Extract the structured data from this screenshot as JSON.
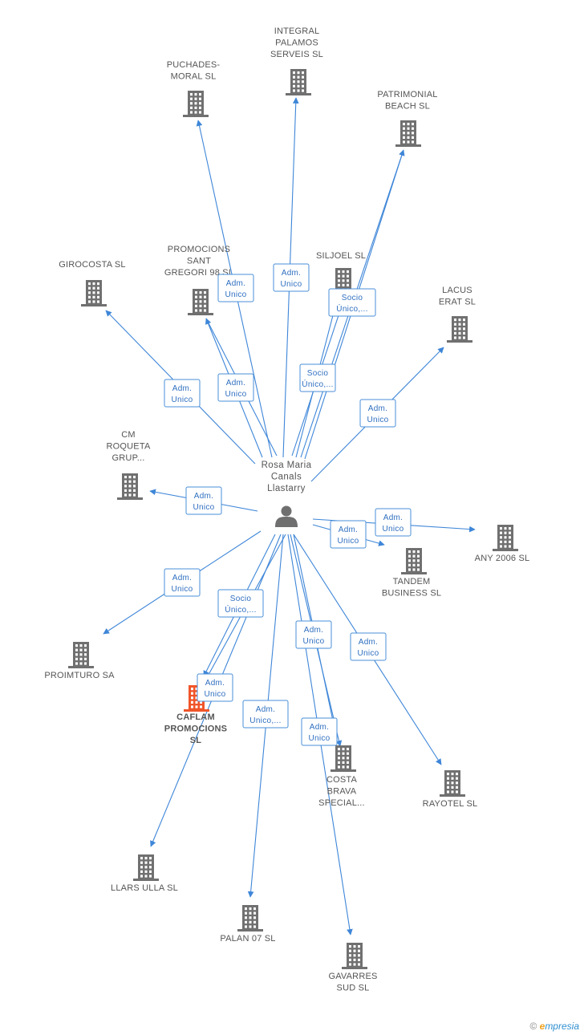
{
  "center": {
    "label_lines": [
      "Rosa Maria",
      "Canals",
      "Llastarry"
    ],
    "icon": "person-icon"
  },
  "colors": {
    "edge": "#3e86d8",
    "building": "#707070",
    "focus_building": "#f0552a",
    "rel_text": "#2f6fc0"
  },
  "nodes": [
    {
      "id": "integral",
      "label_lines": [
        "INTEGRAL",
        "PALAMOS",
        "SERVEIS SL"
      ],
      "relation": [
        "Adm.",
        "Unico"
      ]
    },
    {
      "id": "puchades",
      "label_lines": [
        "PUCHADES-",
        "MORAL SL"
      ],
      "relation": [
        "Adm.",
        "Unico"
      ]
    },
    {
      "id": "patrimonial",
      "label_lines": [
        "PATRIMONIAL",
        "BEACH SL"
      ],
      "relation": [
        "Adm.",
        "Unico"
      ]
    },
    {
      "id": "promocions-sant",
      "label_lines": [
        "PROMOCIONS",
        "SANT",
        "GREGORI 98 SL"
      ],
      "relation": [
        "Adm.",
        "Unico"
      ]
    },
    {
      "id": "siljoel",
      "label_lines": [
        "SILJOEL SL"
      ],
      "relation": [
        "Socio",
        "Único,..."
      ]
    },
    {
      "id": "girocosta",
      "label_lines": [
        "GIROCOSTA SL"
      ],
      "relation": [
        "Adm.",
        "Unico"
      ]
    },
    {
      "id": "lacus",
      "label_lines": [
        "LACUS",
        "ERAT SL"
      ],
      "relation": [
        "Adm.",
        "Unico"
      ]
    },
    {
      "id": "cm-roqueta",
      "label_lines": [
        "CM",
        "ROQUETA",
        "GRUP..."
      ],
      "relation": [
        "Adm.",
        "Unico"
      ]
    },
    {
      "id": "any2006",
      "label_lines": [
        "ANY 2006 SL"
      ],
      "relation": [
        "Adm.",
        "Unico"
      ]
    },
    {
      "id": "tandem",
      "label_lines": [
        "TANDEM",
        "BUSINESS SL"
      ],
      "relation": [
        "Adm.",
        "Unico"
      ]
    },
    {
      "id": "proimturo",
      "label_lines": [
        "PROIMTURO SA"
      ],
      "relation": [
        "Adm.",
        "Unico"
      ]
    },
    {
      "id": "caflam",
      "label_lines": [
        "CAFLAM",
        "PROMOCIONS",
        "SL"
      ],
      "relation": [
        "Socio",
        "Único,..."
      ],
      "focus": true
    },
    {
      "id": "llars",
      "label_lines": [
        "LLARS ULLA SL"
      ],
      "relation": [
        "Adm.",
        "Unico"
      ]
    },
    {
      "id": "palan",
      "label_lines": [
        "PALAN 07 SL"
      ],
      "relation": [
        "Adm.",
        "Unico,..."
      ]
    },
    {
      "id": "costa-brava",
      "label_lines": [
        "COSTA",
        "BRAVA",
        "SPECIAL..."
      ],
      "relation": [
        "Adm.",
        "Unico"
      ]
    },
    {
      "id": "gavarres",
      "label_lines": [
        "GAVARRES",
        "SUD SL"
      ],
      "relation": [
        "Adm.",
        "Unico"
      ]
    },
    {
      "id": "rayotel",
      "label_lines": [
        "RAYOTEL SL"
      ],
      "relation": [
        "Adm.",
        "Unico"
      ]
    }
  ],
  "footer": {
    "copyright_symbol": "©",
    "brand_initial": "e",
    "brand_rest": "mpresia"
  }
}
